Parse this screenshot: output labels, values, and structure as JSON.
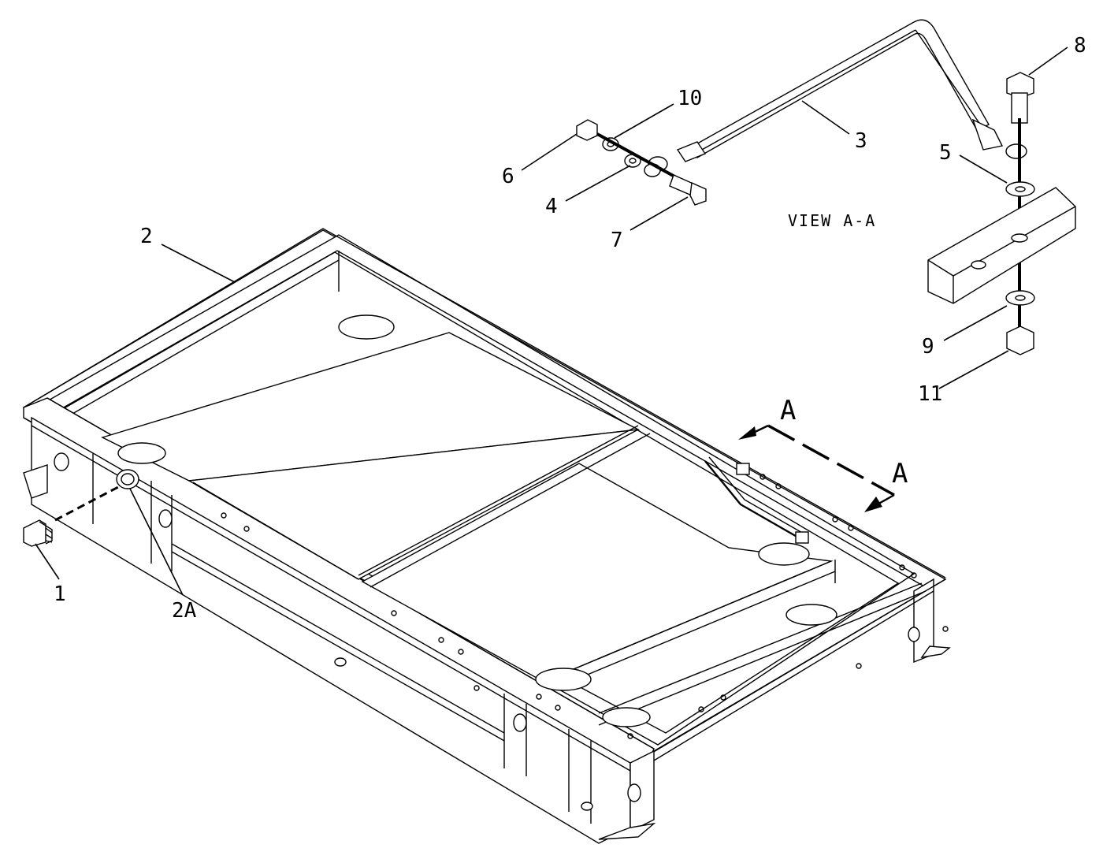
{
  "view_title": "VIEW A-A",
  "section_marks": [
    "A",
    "A"
  ],
  "callouts": [
    "1",
    "2",
    "2A",
    "3",
    "4",
    "5",
    "6",
    "7",
    "8",
    "9",
    "10",
    "11"
  ]
}
